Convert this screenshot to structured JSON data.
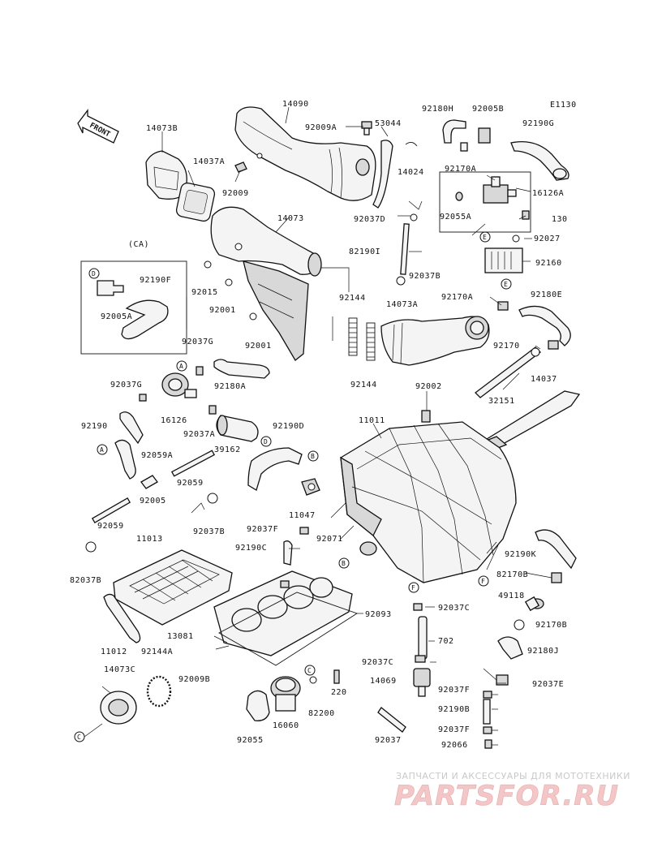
{
  "diagram": {
    "ref_code": "E1130",
    "front_label": "FRONT",
    "ca_label": "(CA)",
    "parts": [
      {
        "id": "p01",
        "label": "14090"
      },
      {
        "id": "p02",
        "label": "14073B"
      },
      {
        "id": "p03",
        "label": "92009A"
      },
      {
        "id": "p04",
        "label": "53044"
      },
      {
        "id": "p05",
        "label": "92180H"
      },
      {
        "id": "p06",
        "label": "92005B"
      },
      {
        "id": "p07",
        "label": "92190G"
      },
      {
        "id": "p08",
        "label": "14037A"
      },
      {
        "id": "p09",
        "label": "14024"
      },
      {
        "id": "p10",
        "label": "92170A"
      },
      {
        "id": "p11",
        "label": "92009"
      },
      {
        "id": "p12",
        "label": "16126A"
      },
      {
        "id": "p13",
        "label": "14073"
      },
      {
        "id": "p14",
        "label": "92037D"
      },
      {
        "id": "p15",
        "label": "92055A"
      },
      {
        "id": "p16",
        "label": "130"
      },
      {
        "id": "p17",
        "label": "92027"
      },
      {
        "id": "p18",
        "label": "82190I"
      },
      {
        "id": "p19",
        "label": "92160"
      },
      {
        "id": "p20",
        "label": "92190F"
      },
      {
        "id": "p21",
        "label": "92015"
      },
      {
        "id": "p22",
        "label": "92037B"
      },
      {
        "id": "p23",
        "label": "92001"
      },
      {
        "id": "p24",
        "label": "92170A"
      },
      {
        "id": "p25",
        "label": "92180E"
      },
      {
        "id": "p26",
        "label": "92005A"
      },
      {
        "id": "p27",
        "label": "92144"
      },
      {
        "id": "p28",
        "label": "14073A"
      },
      {
        "id": "p29",
        "label": "92001"
      },
      {
        "id": "p30",
        "label": "92037G"
      },
      {
        "id": "p31",
        "label": "92170"
      },
      {
        "id": "p32",
        "label": "92180A"
      },
      {
        "id": "p33",
        "label": "92144"
      },
      {
        "id": "p34",
        "label": "14037"
      },
      {
        "id": "p35",
        "label": "92037G"
      },
      {
        "id": "p36",
        "label": "92002"
      },
      {
        "id": "p37",
        "label": "32151"
      },
      {
        "id": "p38",
        "label": "16126"
      },
      {
        "id": "p39",
        "label": "92037A"
      },
      {
        "id": "p40",
        "label": "11011"
      },
      {
        "id": "p41",
        "label": "92190"
      },
      {
        "id": "p42",
        "label": "92190D"
      },
      {
        "id": "p43",
        "label": "39162"
      },
      {
        "id": "p44",
        "label": "92059A"
      },
      {
        "id": "p45",
        "label": "92059"
      },
      {
        "id": "p46",
        "label": "92005"
      },
      {
        "id": "p47",
        "label": "11047"
      },
      {
        "id": "p48",
        "label": "92037B"
      },
      {
        "id": "p49",
        "label": "92037F"
      },
      {
        "id": "p50",
        "label": "92059"
      },
      {
        "id": "p51",
        "label": "92071"
      },
      {
        "id": "p52",
        "label": "92190C"
      },
      {
        "id": "p53",
        "label": "11013"
      },
      {
        "id": "p54",
        "label": "92190K"
      },
      {
        "id": "p55",
        "label": "82037B"
      },
      {
        "id": "p56",
        "label": "82170B"
      },
      {
        "id": "p57",
        "label": "92093"
      },
      {
        "id": "p58",
        "label": "49118"
      },
      {
        "id": "p59",
        "label": "92037C"
      },
      {
        "id": "p60",
        "label": "13081"
      },
      {
        "id": "p61",
        "label": "92170B"
      },
      {
        "id": "p62",
        "label": "11012"
      },
      {
        "id": "p63",
        "label": "92144A"
      },
      {
        "id": "p64",
        "label": "702"
      },
      {
        "id": "p65",
        "label": "92180J"
      },
      {
        "id": "p66",
        "label": "92009B"
      },
      {
        "id": "p67",
        "label": "92037C"
      },
      {
        "id": "p68",
        "label": "14073C"
      },
      {
        "id": "p69",
        "label": "14069"
      },
      {
        "id": "p70",
        "label": "92037E"
      },
      {
        "id": "p71",
        "label": "220"
      },
      {
        "id": "p72",
        "label": "92037F"
      },
      {
        "id": "p73",
        "label": "82200"
      },
      {
        "id": "p74",
        "label": "92190B"
      },
      {
        "id": "p75",
        "label": "92055"
      },
      {
        "id": "p76",
        "label": "16060"
      },
      {
        "id": "p77",
        "label": "92037"
      },
      {
        "id": "p78",
        "label": "92037F"
      },
      {
        "id": "p79",
        "label": "92066"
      }
    ],
    "callouts": [
      {
        "id": "c01",
        "letter": "D"
      },
      {
        "id": "c02",
        "letter": "E"
      },
      {
        "id": "c03",
        "letter": "E"
      },
      {
        "id": "c04",
        "letter": "A"
      },
      {
        "id": "c05",
        "letter": "A"
      },
      {
        "id": "c06",
        "letter": "D"
      },
      {
        "id": "c07",
        "letter": "B"
      },
      {
        "id": "c08",
        "letter": "B"
      },
      {
        "id": "c09",
        "letter": "F"
      },
      {
        "id": "c10",
        "letter": "F"
      },
      {
        "id": "c11",
        "letter": "C"
      },
      {
        "id": "c12",
        "letter": "C"
      }
    ]
  },
  "watermark": {
    "tagline": "ЗАПЧАСТИ И АКСЕССУАРЫ ДЛЯ МОТОТЕХНИКИ",
    "brand": "PARTSFOR.RU"
  },
  "colors": {
    "line": "#111111",
    "background": "#ffffff",
    "watermark_brand": "#f3c7c7",
    "watermark_tagline": "#c9c9c9"
  }
}
